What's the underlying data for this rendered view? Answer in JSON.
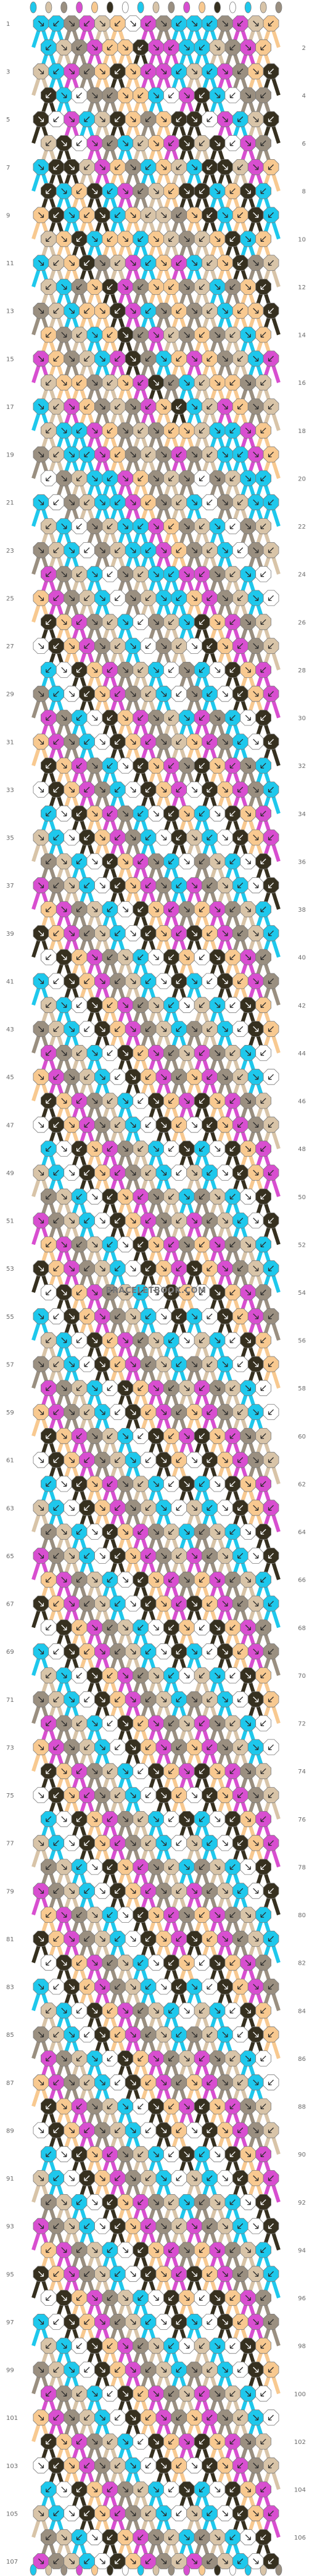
{
  "palette": {
    "A": "#1ec8ec",
    "B": "#d8c4a8",
    "C": "#9a8f80",
    "D": "#d84ed0",
    "E": "#f8c990",
    "F": "#36301f",
    "G": "#ffffff"
  },
  "background": "#ffffff",
  "watermark": "BRACELETBOOK.COM",
  "row_count": 107,
  "knot_columns": 16,
  "strand_columns": [
    "A",
    "B",
    "C",
    "D",
    "E",
    "F",
    "G",
    "A",
    "B",
    "C",
    "D",
    "E",
    "F",
    "G",
    "A",
    "B",
    "C"
  ],
  "left_row_numbers": [
    1,
    3,
    5,
    7,
    9,
    11,
    13,
    15,
    17,
    19,
    21,
    23,
    25,
    27,
    29,
    31,
    33,
    35,
    37,
    39,
    41,
    43,
    45,
    47,
    49,
    51,
    53,
    55,
    57,
    59,
    61,
    63,
    65,
    67,
    69,
    71,
    73,
    75,
    77,
    79,
    81,
    83,
    85,
    87,
    89,
    91,
    93,
    95,
    97,
    99,
    101,
    103,
    105,
    107
  ],
  "right_row_numbers": [
    2,
    4,
    6,
    8,
    10,
    12,
    14,
    16,
    18,
    20,
    22,
    24,
    26,
    28,
    30,
    32,
    34,
    36,
    38,
    40,
    42,
    44,
    46,
    48,
    50,
    52,
    54,
    56,
    58,
    60,
    62,
    64,
    66,
    68,
    70,
    72,
    74,
    76,
    78,
    80,
    82,
    84,
    86,
    88,
    90,
    92,
    94,
    96,
    98,
    100,
    102,
    104,
    106
  ],
  "rows": [
    "AACDBEGDCA",
    "ABCDEEFDDA",
    "BADCEFEDDA",
    "FAGCCEEAGD",
    "FGDABFECEF",
    "BFGDCABEDF",
    "AFFBDECAEB",
    "FAEFADCBEF",
    "EFAEFAEBBC",
    "BEFAEEAEBC",
    "ABEFCBDAED",
    "BACEFDCEEC",
    "CBAEEFDACE",
    "ECBAEFCDBC",
    "DECBADFCAE",
    "BEECBEDFCA",
    "ABDECBCDEF",
    "BAADECBCEE",
    "CBAADECBCD",
    "GCBAADECBC",
    "AGCBAADECB",
    "BAGCBAADEC",
    "CBAGCBAADE",
    "DCBAGCBAAD",
    "EDCBAGCBAA",
    "FEDCBAGCBA",
    "GFEDCBAGCB",
    "AGFEDCBAGC",
    "CAGFEDCBAG",
    "DCAGFEDCBA",
    "EDCAGFEDCB",
    "FEDCAGFEDC",
    "GFEDCAGFED",
    "AGFEDCAGFE",
    "BAGFEDCAGF",
    "CBAGFEDCAG",
    "DCBAGFEDCA",
    "EDCBAGFEDC",
    "FEDCBAGFED",
    "GFEDCBAGFE",
    "AGFEDCBAGF",
    "BAGFEDCBAG",
    "CBAGFEDCBA",
    "DCBAGFEDCB",
    "EDCBAGFEDC",
    "FEDCBAGFED",
    "GFEDCBAGFE",
    "AGFEDCBAGF",
    "BAGFEDCBAG",
    "CBAGFEDCBA",
    "DCBAGFEDCB",
    "EDCBAGFEDC",
    "FEDCBAGFED",
    "GFEDCBAGFE",
    "AGFEDCBAGF",
    "BAGFEDCBAG",
    "CBAGFEDCBA",
    "DCBAGFEDCB",
    "EDCBAGFEDC",
    "FEDCBAGFED",
    "GFEDCBAGFE",
    "AGFEDCBAGF",
    "BAGFEDCBAG",
    "CBAGFEDCBA",
    "DCBAGFEDCB",
    "EDCBAGFEDC",
    "FEDCBAGFED",
    "GFEDCBAGFE",
    "AGFEDCBAGF",
    "BAGFEDCBAG",
    "CBAGFEDCBA",
    "DCBAGFEDCB",
    "EDCBAGFEDC",
    "FEDCBAGFED",
    "GFEDCBAGFE",
    "AGFEDCBAGF",
    "BAGFEDCBAG",
    "CBAGFEDCBA",
    "DCBAGFEDCB",
    "EDCBAGFEDC",
    "FEDCBAGFED",
    "GFEDCBAGFE",
    "AGFEDCBAGF",
    "BAGFEDCBAG",
    "CBAGFEDCBA",
    "DCBAGFEDCB",
    "EDCBAGFEDC",
    "FEDCBAGFED",
    "GFEDCBAGFE",
    "AGFEDCBAGF",
    "BAGFEDCBAG",
    "CBAGFEDCBA",
    "DCBAGFEDCB",
    "EDCBAGFEDC",
    "FEDCBAGFED",
    "GFEDCBAGFE",
    "AGFEDCBAGF",
    "BAGFEDCBAG",
    "CBAGFEDCBA",
    "DCBAGFEDCB",
    "EDCBAGFEDC",
    "FEDCBAGFED",
    "GFEDCBAGFE",
    "AGFEDCBAGF",
    "BAGFEDCBAG",
    "CBAGFEDCBA",
    "DCBAGFEDCB"
  ]
}
